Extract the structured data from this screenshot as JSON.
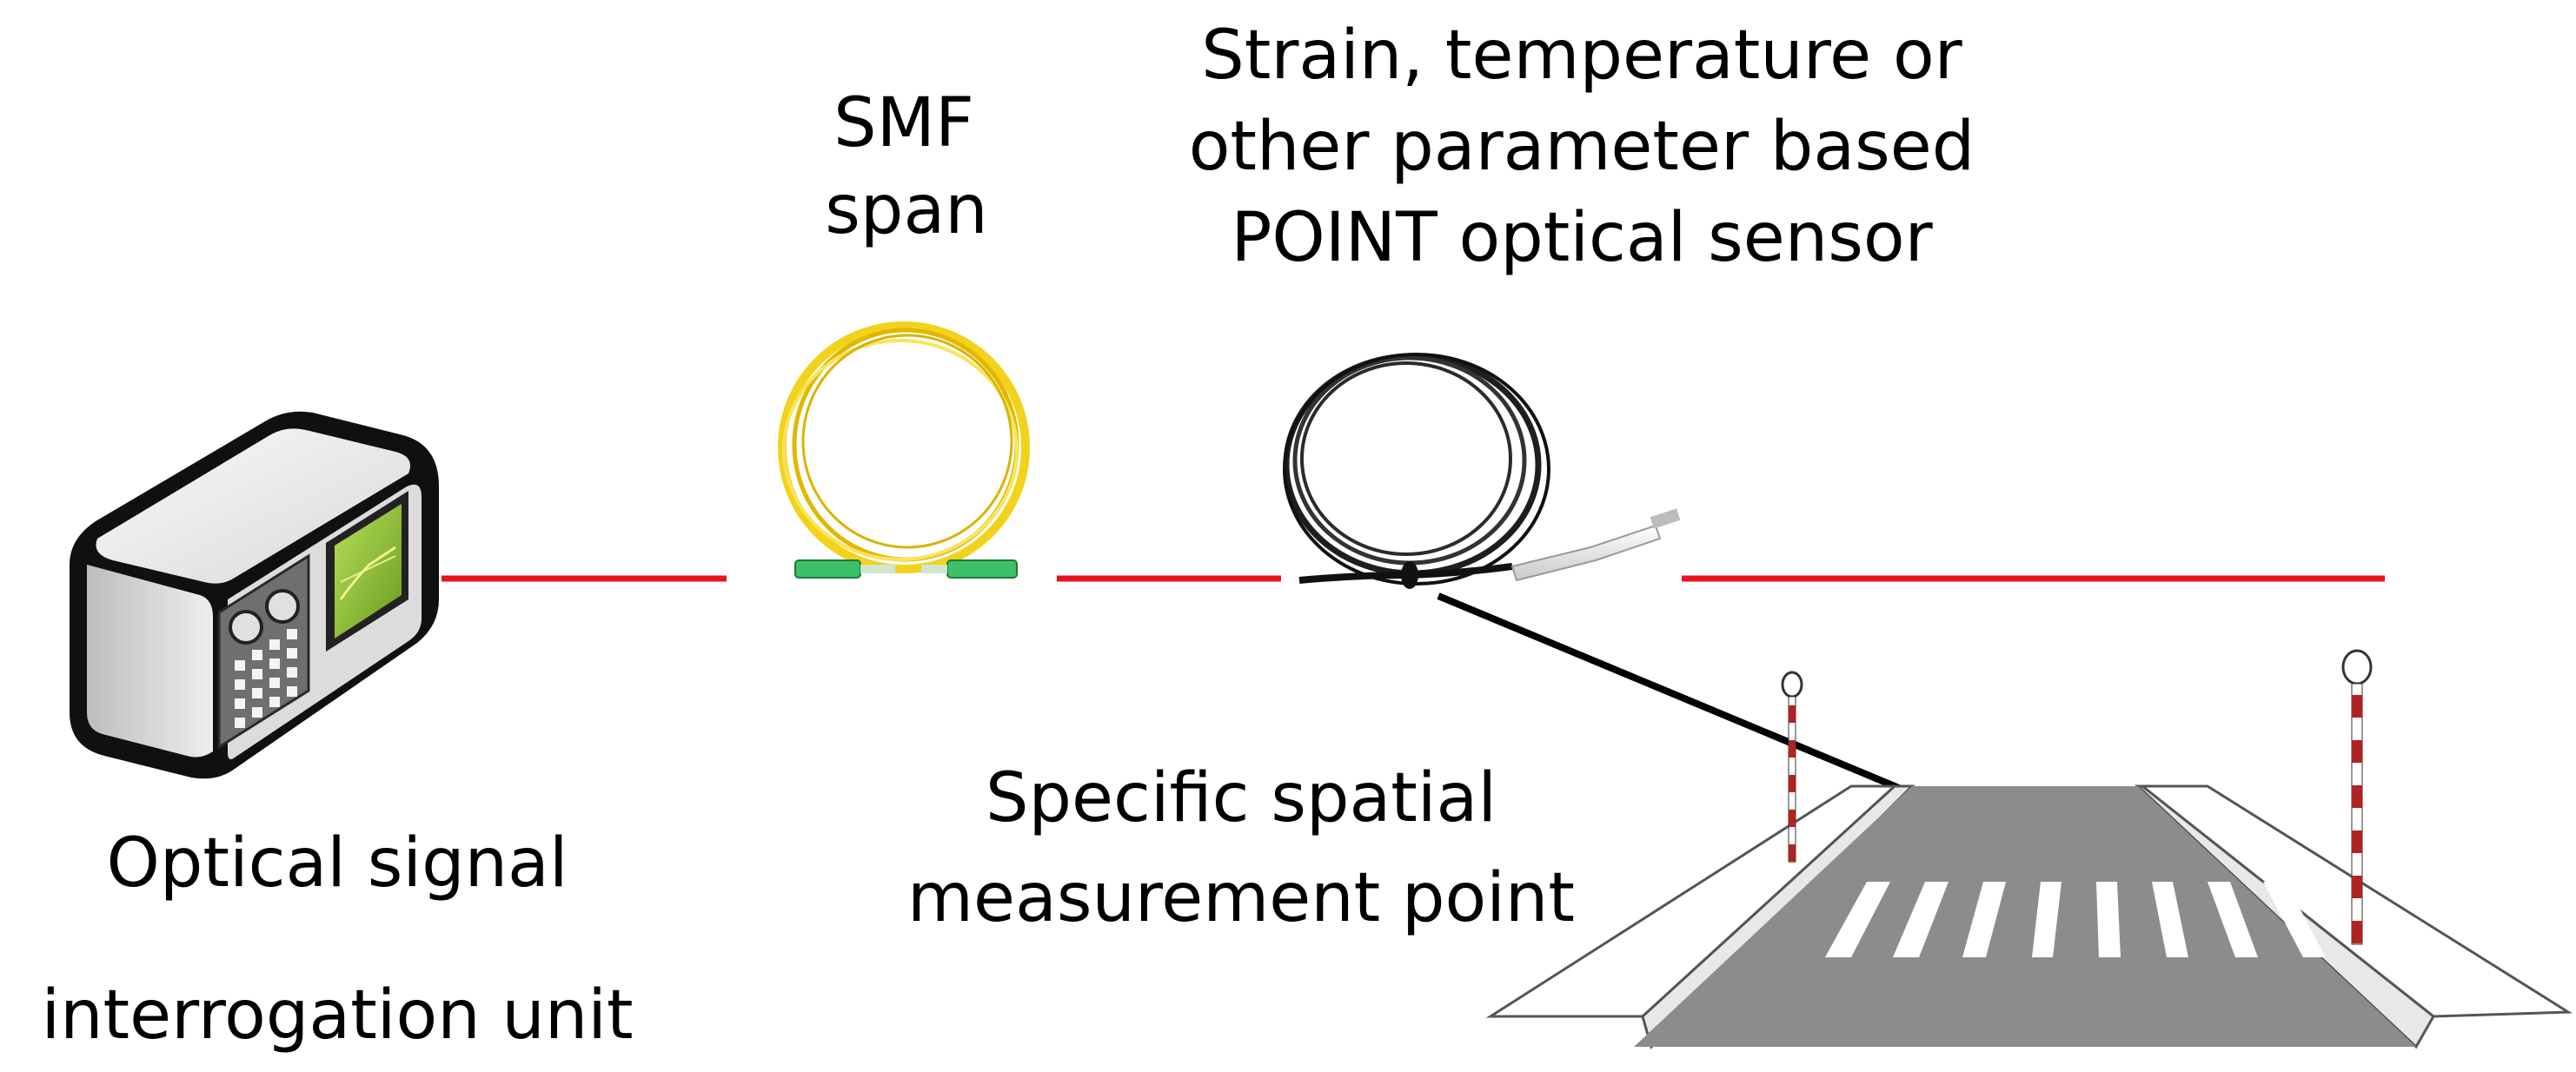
{
  "labels": {
    "smf_line1": "SMF",
    "smf_line2": "span",
    "sensor_line1": "Strain, temperature or",
    "sensor_line2": "other parameter based",
    "sensor_line3": "POINT optical sensor",
    "unit_line1": "Optical signal",
    "unit_line2": "interrogation unit",
    "point_line1": "Specific spatial",
    "point_line2": "measurement point"
  },
  "colors": {
    "fiber_line": "#e8141c",
    "smf_cable": "#f2d21b",
    "smf_connector": "#3cc06a",
    "sensor_cable": "#1e1e1e",
    "sensor_probe": "#e9e9e9",
    "road_surface": "#8c8c8c",
    "sidewalk": "#ffffff",
    "pole_stripe": "#b22222",
    "arrow": "#000000"
  },
  "icons": [
    "interrogation-unit-icon",
    "smf-fiber-coil-icon",
    "sensor-fiber-coil-icon",
    "pedestrian-crossing-icon"
  ]
}
